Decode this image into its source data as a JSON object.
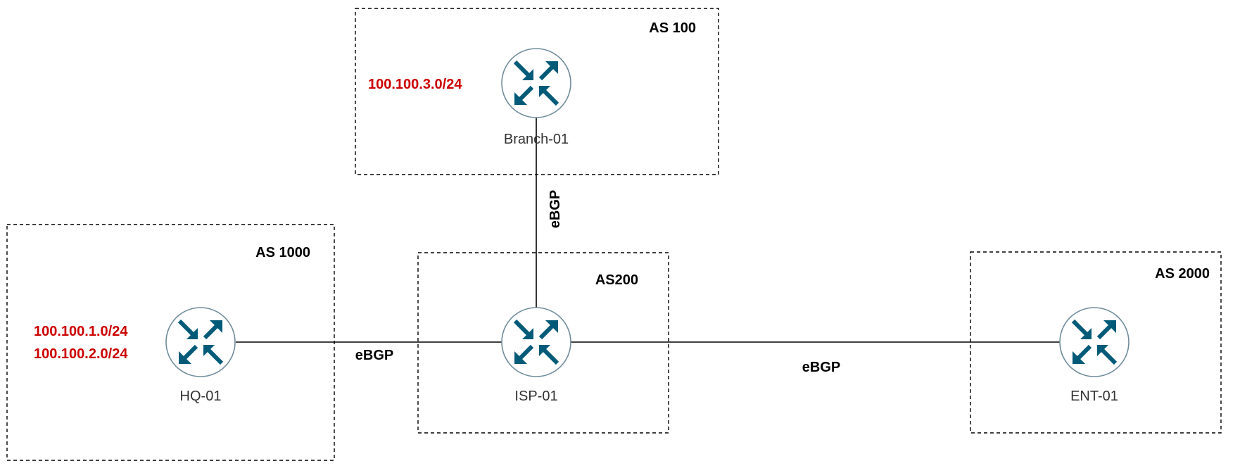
{
  "colors": {
    "prefix": "#cc0000",
    "router_fill": "#ffffff",
    "router_arrow": "#005a78"
  },
  "as_boxes": [
    {
      "id": "as100",
      "label": "AS 100"
    },
    {
      "id": "as1000",
      "label": "AS 1000"
    },
    {
      "id": "as200",
      "label": "AS200"
    },
    {
      "id": "as2000",
      "label": "AS 2000"
    }
  ],
  "routers": [
    {
      "id": "branch",
      "name": "Branch-01",
      "icon": "router-icon"
    },
    {
      "id": "hq",
      "name": "HQ-01",
      "icon": "router-icon"
    },
    {
      "id": "isp",
      "name": "ISP-01",
      "icon": "router-icon"
    },
    {
      "id": "ent",
      "name": "ENT-01",
      "icon": "router-icon"
    }
  ],
  "links": [
    {
      "id": "branch-isp",
      "label": "eBGP"
    },
    {
      "id": "hq-isp",
      "label": "eBGP"
    },
    {
      "id": "isp-ent",
      "label": "eBGP"
    }
  ],
  "prefixes": {
    "branch": [
      "100.100.3.0/24"
    ],
    "hq": [
      "100.100.1.0/24",
      "100.100.2.0/24"
    ]
  }
}
